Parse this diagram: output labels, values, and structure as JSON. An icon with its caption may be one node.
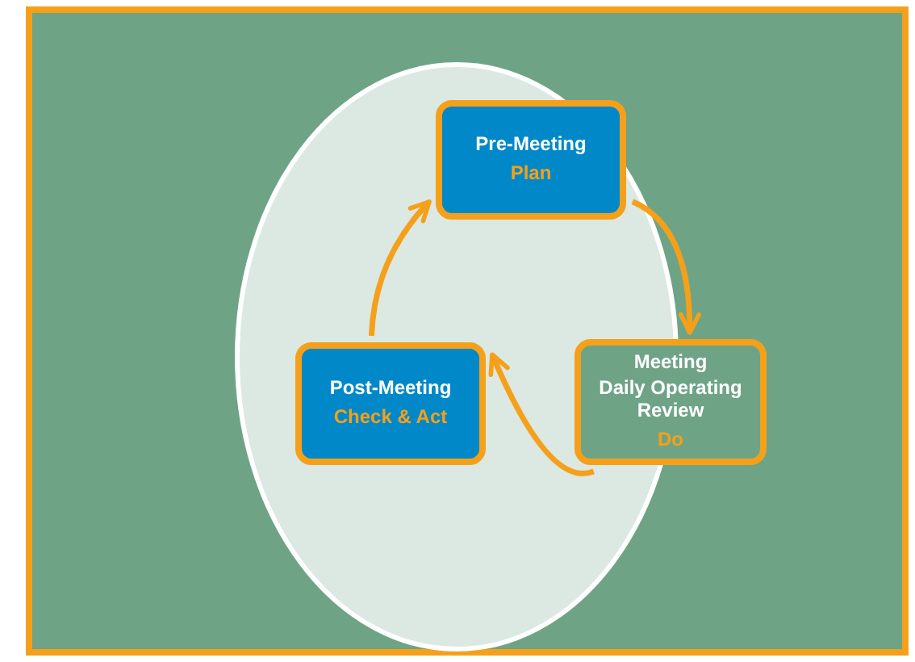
{
  "diagram": {
    "nodes": [
      {
        "text": [],
        "shape": "circle"
      },
      {
        "text": [
          "Pre-Meeting",
          "Plan"
        ],
        "in": 0
      },
      {
        "text": [
          "Meeting",
          "Daily Operating Review",
          "Do"
        ]
      },
      {
        "text": [
          "Post-Meeting",
          "Check & Act"
        ],
        "in": 0
      }
    ],
    "edges": [
      {
        "from": 1,
        "to": 2,
        "arrow": "to"
      },
      {
        "from": 2,
        "to": 3,
        "arrow": "to"
      },
      {
        "from": 3,
        "to": 1,
        "arrow": "to"
      }
    ]
  }
}
